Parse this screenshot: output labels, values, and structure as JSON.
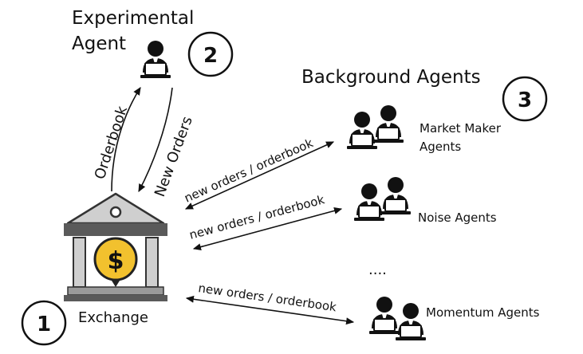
{
  "experimental_agent": {
    "label_line1": "Experimental",
    "label_line2": "Agent",
    "number": "2",
    "edge_to_agent": "Orderbook",
    "edge_to_exchange": "New Orders"
  },
  "background_agents": {
    "title": "Background Agents",
    "number": "3",
    "groups": [
      {
        "label_lines": [
          "Market Maker",
          "Agents"
        ],
        "edge_label": "new orders / orderbook"
      },
      {
        "label_lines": [
          "Noise Agents"
        ],
        "edge_label": "new orders / orderbook"
      },
      {
        "label_lines": [
          "Momentum Agents"
        ],
        "edge_label": "new orders / orderbook"
      }
    ],
    "ellipsis": "...."
  },
  "exchange": {
    "label": "Exchange",
    "number": "1",
    "coin_symbol": "$"
  },
  "colors": {
    "ink": "#111111",
    "building_fill": "#cfcfcf",
    "building_dark": "#5a5a5a",
    "coin": "#f2c12e",
    "coin_edge": "#222222"
  },
  "icons": {
    "agent": "person-at-laptop-icon",
    "exchange": "bank-with-dollar-coin-icon"
  }
}
